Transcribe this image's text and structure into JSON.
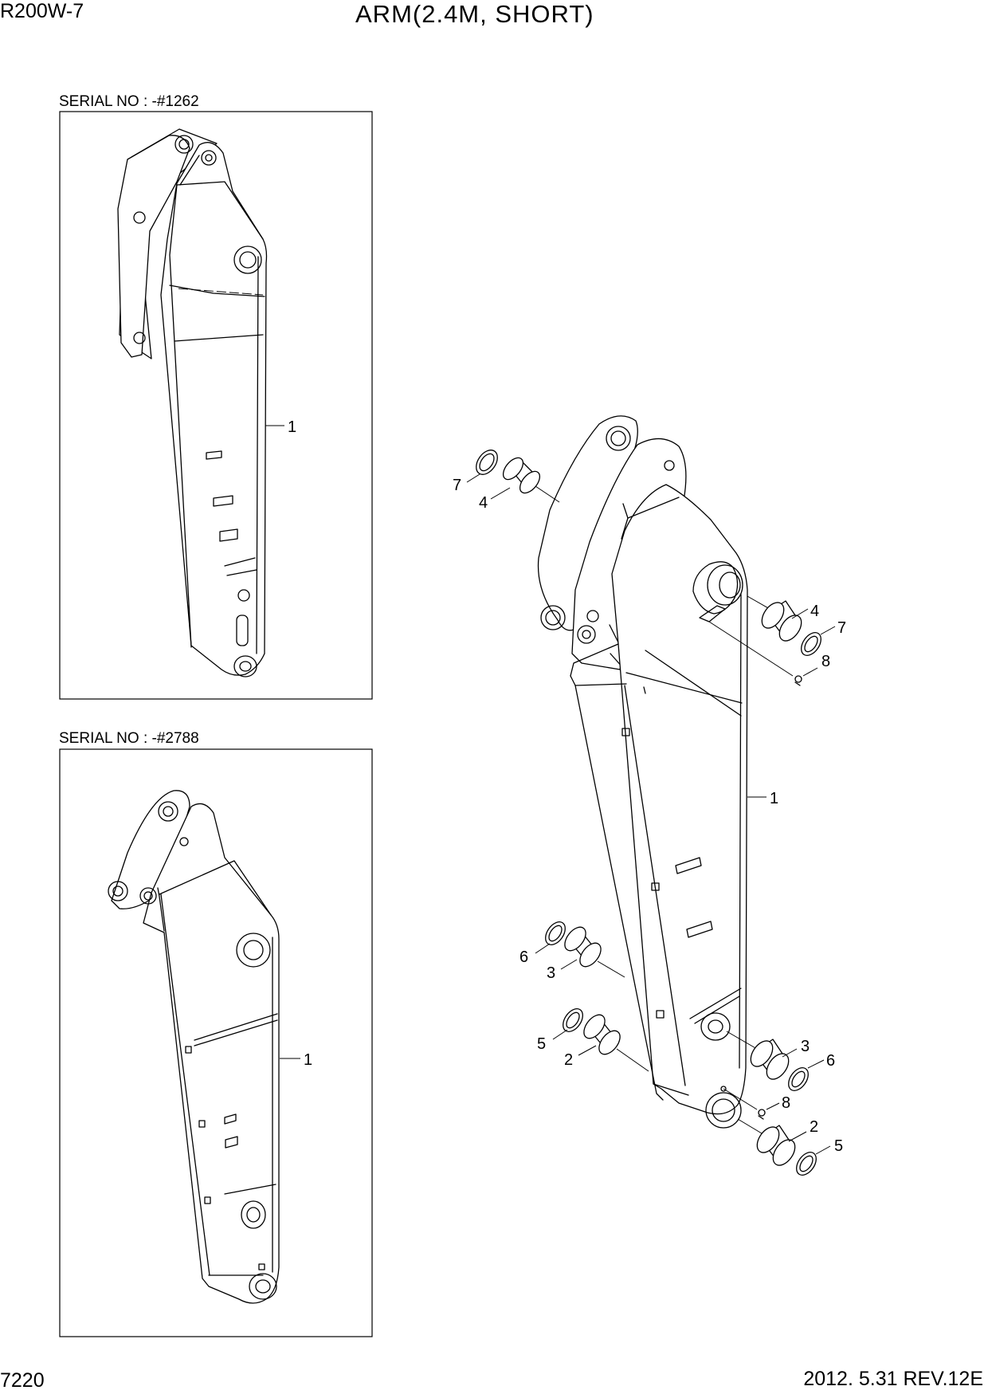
{
  "header": {
    "model": "R200W-7",
    "title": "ARM(2.4M, SHORT)"
  },
  "views": [
    {
      "serial_label": "SERIAL NO : -#1262",
      "callouts": [
        "1"
      ]
    },
    {
      "serial_label": "SERIAL NO : -#2788",
      "callouts": [
        "1"
      ]
    }
  ],
  "main_view": {
    "callouts": [
      "7",
      "4",
      "4",
      "7",
      "8",
      "1",
      "6",
      "3",
      "5",
      "2",
      "3",
      "6",
      "8",
      "2",
      "5"
    ]
  },
  "footer": {
    "page_number": "7220",
    "revision": "2012. 5.31  REV.12E"
  }
}
